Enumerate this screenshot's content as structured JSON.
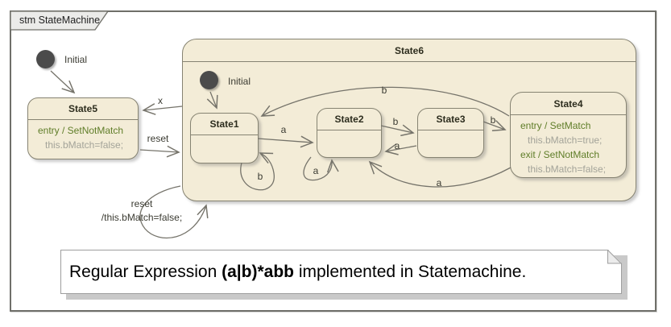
{
  "frame": {
    "label": "stm StateMachine"
  },
  "palette": {
    "state_fill": "#f3ecd7",
    "state_border": "#868372",
    "transition_line": "#75736a",
    "action_text": "#5f7d28",
    "code_text": "#a3a399",
    "tab_fill": "#ebebe9",
    "frame_border": "#6f6f69",
    "note_shadow": "#c9c9c9"
  },
  "outer": {
    "initial_label": "Initial"
  },
  "state5": {
    "title": "State5",
    "entry": "entry / SetNotMatch",
    "entry_code": "this.bMatch=false;"
  },
  "state6": {
    "title": "State6",
    "initial_label": "Initial",
    "state1": {
      "title": "State1"
    },
    "state2": {
      "title": "State2"
    },
    "state3": {
      "title": "State3"
    },
    "state4": {
      "title": "State4",
      "entry": "entry / SetMatch",
      "entry_code": "this.bMatch=true;",
      "exit": "exit / SetNotMatch",
      "exit_code": "this.bMatch=false;"
    }
  },
  "transitions": {
    "to_state5": "x",
    "to_state6": "reset",
    "s1_to_s2": "a",
    "s2_to_s3": "b",
    "s3_to_s2": "a",
    "s3_to_s4": "b",
    "s4_to_s1": "b",
    "s4_to_s2": "a",
    "s1_self": "b",
    "s2_self": "a",
    "s6_self_line1": "reset",
    "s6_self_line2": "/this.bMatch=false;"
  },
  "note": {
    "text_prefix": "Regular Expression ",
    "text_bold": "(a|b)*abb",
    "text_suffix": " implemented in Statemachine."
  }
}
